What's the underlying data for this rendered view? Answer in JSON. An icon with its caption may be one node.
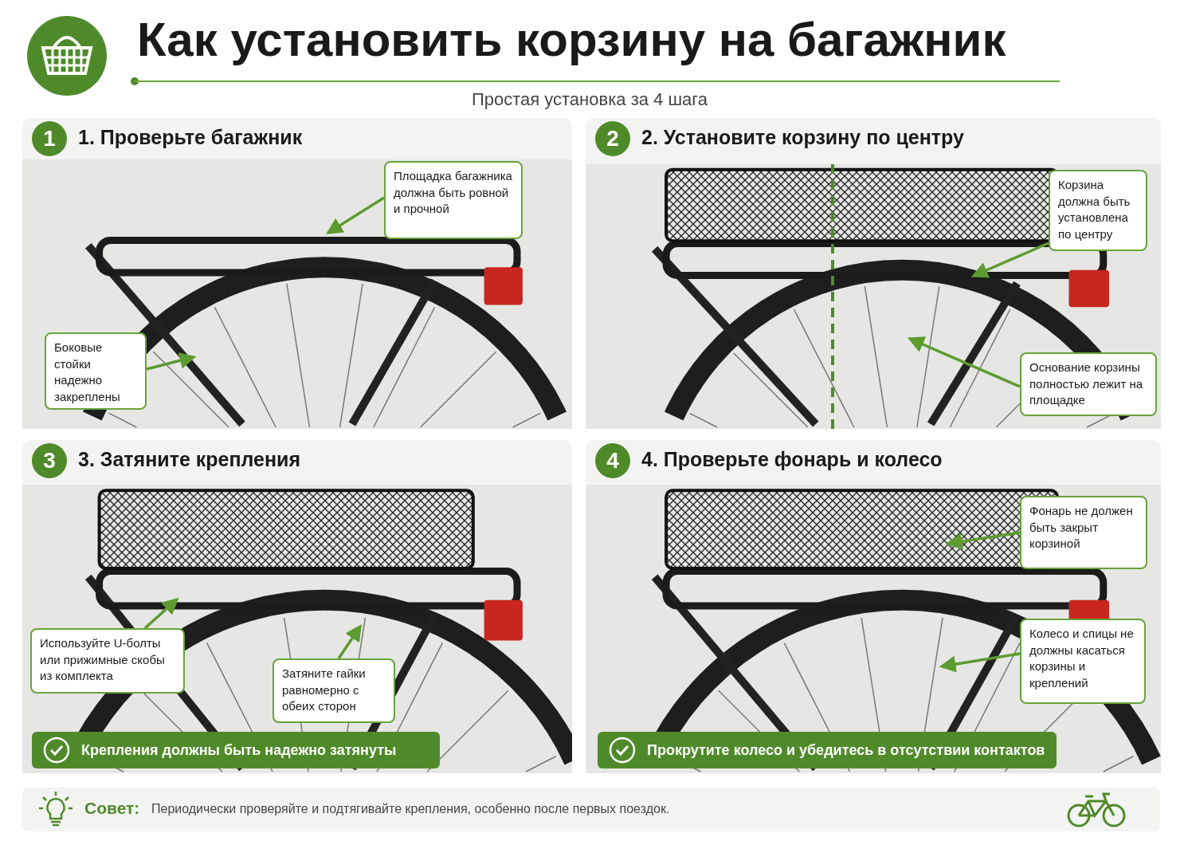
{
  "diagram": {
    "title": "Как установить корзину на багажник",
    "nodes": [
      {
        "text": [
          "1",
          "1. Проверьте багажник"
        ]
      },
      {
        "text": [
          "Площадка багажника должна быть ровной и прочной"
        ],
        "in": 0
      },
      {
        "text": [
          "Боковые стойки надежно закреплены"
        ],
        "in": 0
      },
      {
        "text": [
          "2",
          "2. Установите корзину по центру"
        ]
      },
      {
        "text": [
          "Корзина должна быть установлена по центру"
        ],
        "in": 3
      },
      {
        "text": [
          "Основание корзины полностью лежит на площадке"
        ],
        "in": 3
      },
      {
        "text": [
          "3",
          "3. Затяните крепления"
        ]
      },
      {
        "text": [
          "Используйте U-болты или прижимные скобы из комплекта"
        ],
        "in": 6
      },
      {
        "text": [
          "Затяните гайки равномерно с обеих сторон"
        ],
        "in": 6
      },
      {
        "text": [
          "Крепления должны быть надежно затянуты"
        ],
        "in": 6
      },
      {
        "text": [
          "4",
          "4. Проверьте фонарь и колесо"
        ]
      },
      {
        "text": [
          "Фонарь не должен быть закрыт корзиной"
        ],
        "in": 10
      },
      {
        "text": [
          "Колесо и спицы не должны касаться корзины и креплений"
        ],
        "in": 10
      },
      {
        "text": [
          "Прокрутите колесо и убедитесь в отсутствии контактов"
        ],
        "in": 10
      },
      {
        "text": [
          "Совет:",
          "Периодически проверяйте и подтягивайте крепления, особенно после первых поездок."
        ]
      }
    ],
    "edges": [
      {
        "from": 1,
        "to": null,
        "arrow": "to"
      },
      {
        "from": 2,
        "to": null,
        "arrow": "to"
      },
      {
        "from": 4,
        "to": null,
        "arrow": "to"
      },
      {
        "from": 5,
        "to": null,
        "arrow": "to"
      },
      {
        "from": 7,
        "to": null,
        "arrow": "to"
      },
      {
        "from": 8,
        "to": null,
        "arrow": "to"
      },
      {
        "from": 11,
        "to": null,
        "arrow": "to"
      },
      {
        "from": 12,
        "to": null,
        "arrow": "to"
      }
    ],
    "labels": [
      "Простая установка за 4 шага"
    ]
  }
}
